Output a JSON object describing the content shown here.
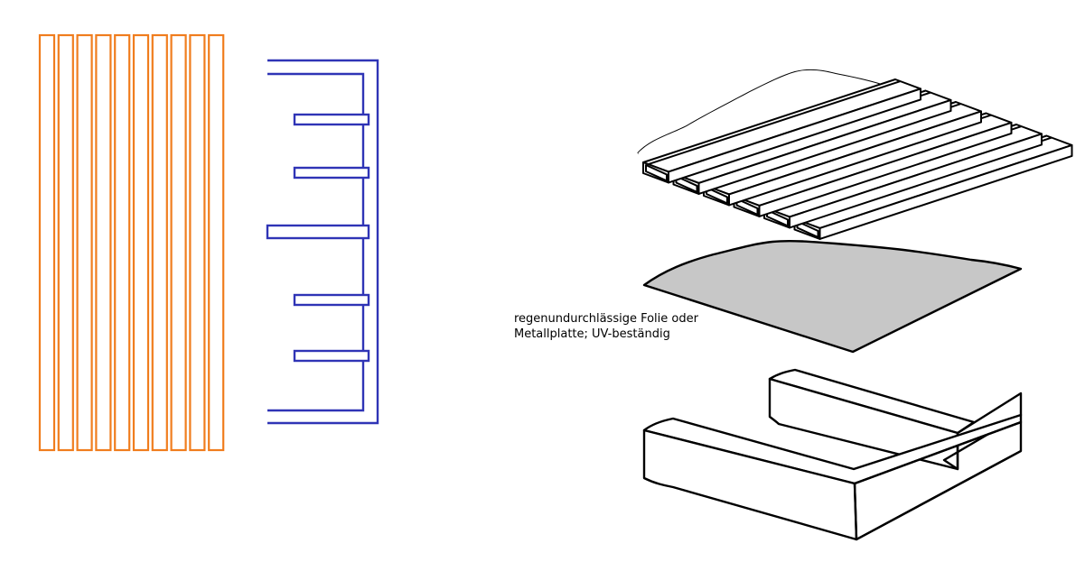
{
  "annotation": {
    "line1": "regenundurchlässige Folie oder",
    "line2": "Metallplatte; UV-beständig"
  },
  "colors": {
    "slats": "#f07d1e",
    "frame": "#2f34b6",
    "membrane": "#c7c7c7",
    "ink": "#000000",
    "background": "#ffffff"
  },
  "counts": {
    "front_slats": 10,
    "side_profile_crossbars": 5,
    "deck_boards": 6
  }
}
